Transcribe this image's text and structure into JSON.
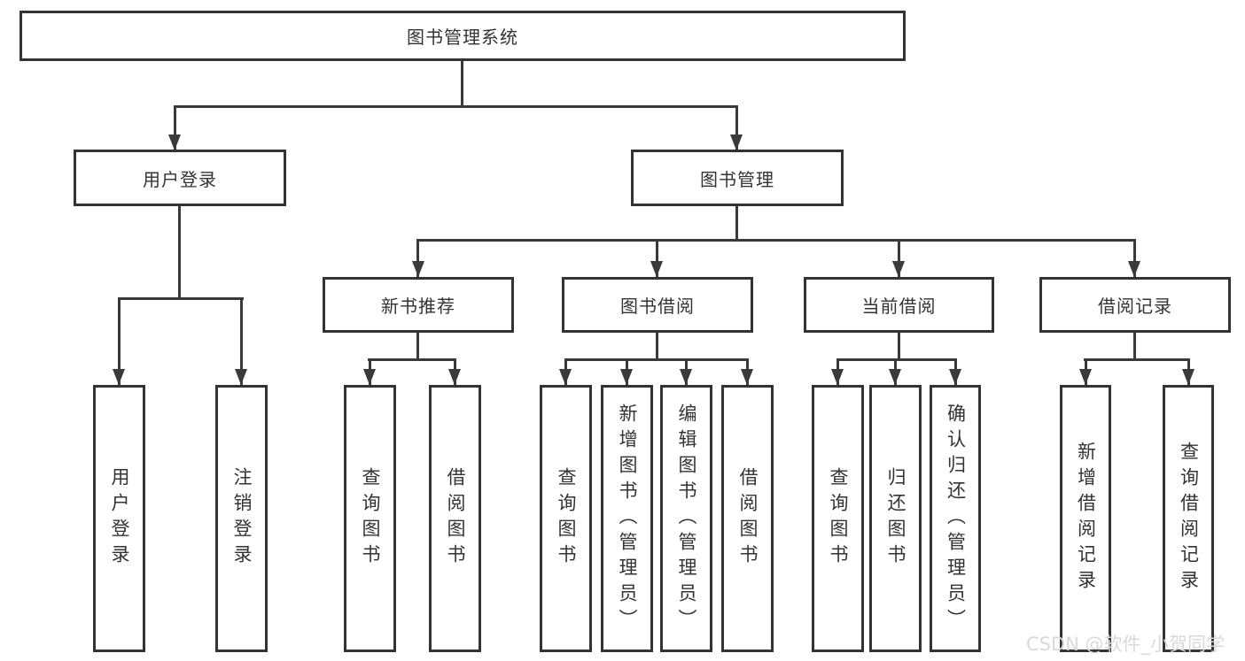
{
  "tree": {
    "label": "图书管理系统",
    "children": [
      {
        "label": "用户登录",
        "children": [
          {
            "label": "用户登录"
          },
          {
            "label": "注销登录"
          }
        ]
      },
      {
        "label": "图书管理",
        "children": [
          {
            "label": "新书推荐",
            "children": [
              {
                "label": "查询图书"
              },
              {
                "label": "借阅图书"
              }
            ]
          },
          {
            "label": "图书借阅",
            "children": [
              {
                "label": "查询图书"
              },
              {
                "label": "新增图书（管理员）"
              },
              {
                "label": "编辑图书（管理员）"
              },
              {
                "label": "借阅图书"
              }
            ]
          },
          {
            "label": "当前借阅",
            "children": [
              {
                "label": "查询图书"
              },
              {
                "label": "归还图书"
              },
              {
                "label": "确认归还（管理员）"
              }
            ]
          },
          {
            "label": "借阅记录",
            "children": [
              {
                "label": "新增借阅记录"
              },
              {
                "label": "查询借阅记录"
              }
            ]
          }
        ]
      }
    ]
  },
  "watermark": {
    "text": "CSDN @软件_小贺同学"
  },
  "colors": {
    "background": "#ffffff",
    "line": "#3a3a3a",
    "box_border": "#333333",
    "text": "#333333",
    "watermark": "#d9d9d9"
  }
}
